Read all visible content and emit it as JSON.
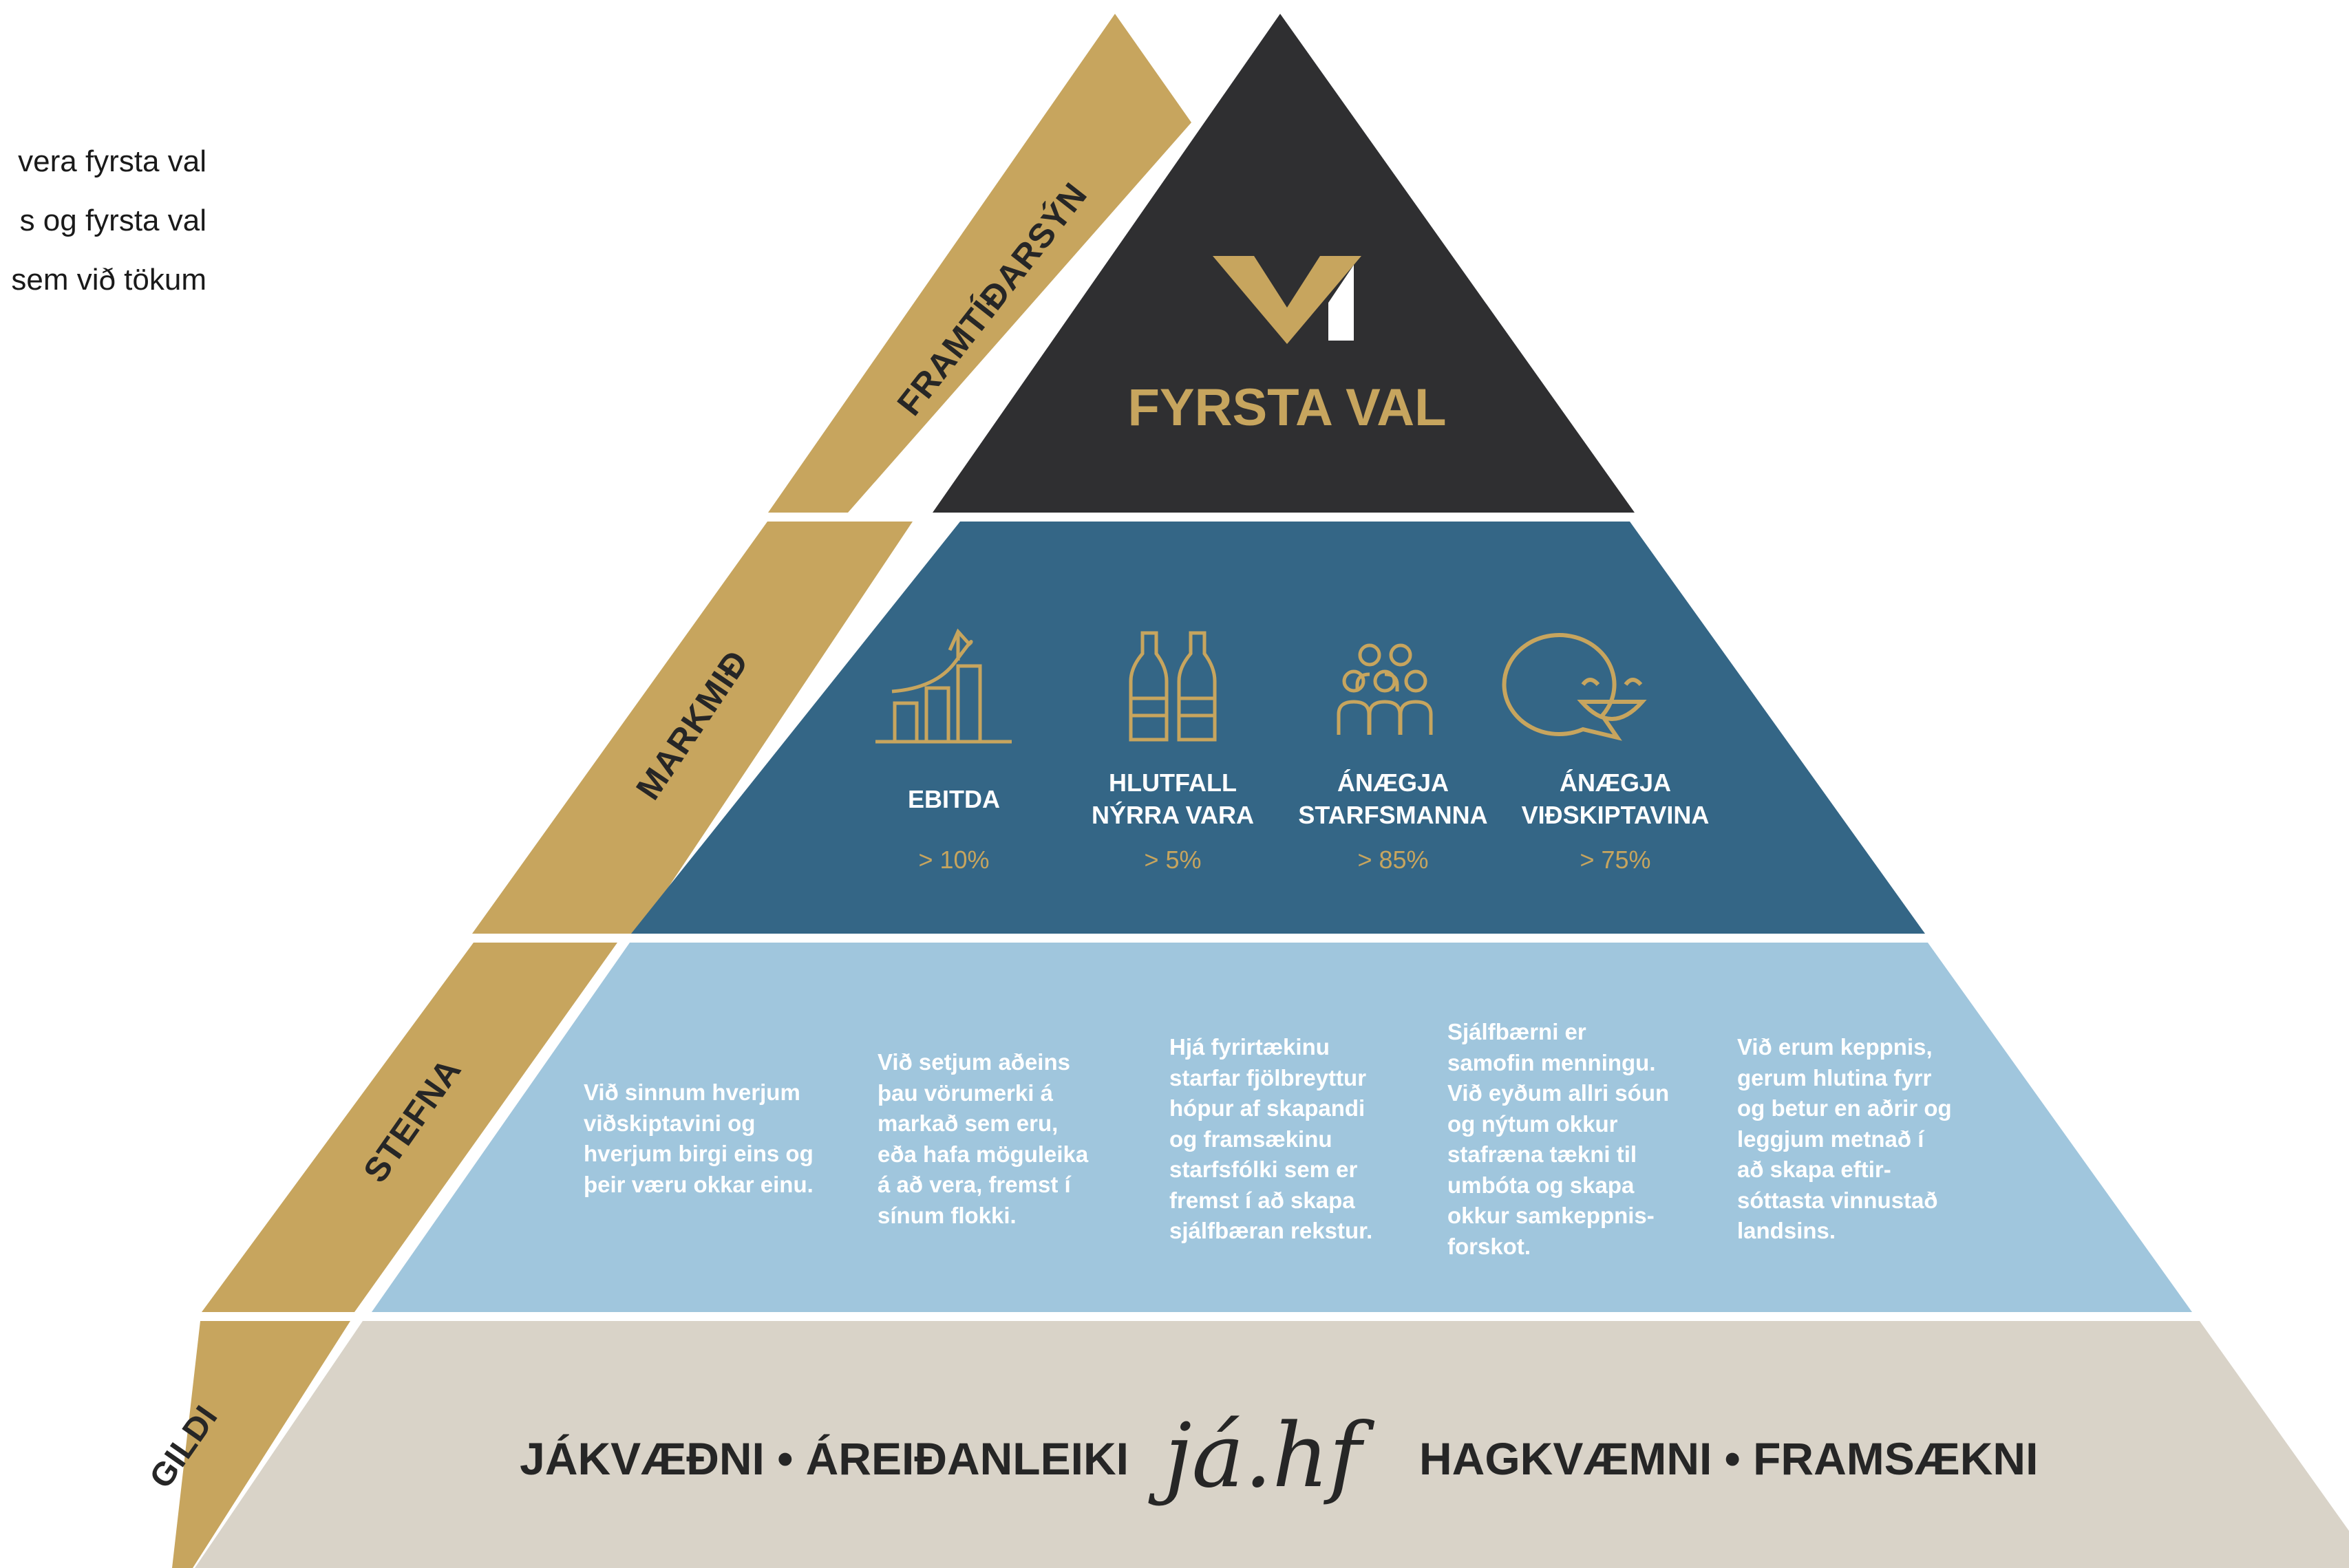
{
  "intro_lines": [
    "vera fyrsta val",
    "s og fyrsta val",
    "sem við tökum"
  ],
  "colors": {
    "gold": "#c7a55e",
    "apex": "#2f2f31",
    "goals": "#346686",
    "strategy": "#a0c6dd",
    "values": "#d9d3c8",
    "text_dark": "#262626"
  },
  "tiers": {
    "vision_label": "FRAMTÍÐARSÝN",
    "goals_label": "MARKMIÐ",
    "strategy_label": "STEFNA",
    "values_label": "GILDI"
  },
  "apex": {
    "logo_icon": "v1-logo-icon",
    "title": "FYRSTA VAL"
  },
  "goals": [
    {
      "icon": "growth-chart-icon",
      "title_lines": [
        "EBITDA"
      ],
      "value": "> 10%"
    },
    {
      "icon": "bottles-icon",
      "title_lines": [
        "HLUTFALL",
        "NÝRRA VARA"
      ],
      "value": "> 5%"
    },
    {
      "icon": "people-group-icon",
      "title_lines": [
        "ÁNÆGJA",
        "STARFSMANNA"
      ],
      "value": "> 85%"
    },
    {
      "icon": "smiley-speech-bubble-icon",
      "title_lines": [
        "ÁNÆGJA",
        "VIÐSKIPTAVINA"
      ],
      "value": "> 75%"
    }
  ],
  "strategy": [
    {
      "lines": [
        "Við sinnum hverjum",
        "viðskiptavini og",
        "hverjum birgi eins og",
        "þeir væru okkar einu."
      ]
    },
    {
      "lines": [
        "Við setjum aðeins",
        "þau vörumerki á",
        "markað sem eru,",
        "eða hafa möguleika",
        "á að vera, fremst í",
        "sínum flokki."
      ]
    },
    {
      "lines": [
        "Hjá fyrirtækinu",
        "starfar fjölbreyttur",
        "hópur af skapandi",
        "og framsækinu",
        "starfsfólki sem er",
        "fremst í að skapa",
        "sjálfbæran rekstur."
      ]
    },
    {
      "lines": [
        "Sjálfbærni er",
        "samofin menningu.",
        "Við eyðum allri sóun",
        "og nýtum okkur",
        "stafræna tækni til",
        "umbóta og skapa",
        "okkur samkeppnis-",
        "forskot."
      ]
    },
    {
      "lines": [
        "Við erum keppnis,",
        "gerum hlutina fyrr",
        "og betur en aðrir og",
        "leggjum metnað í",
        "að skapa eftir-",
        "sóttasta vinnustað",
        "landsins."
      ]
    }
  ],
  "values": {
    "left": "JÁKVÆÐNI • ÁREIÐANLEIKI",
    "logo_text": "já.hf",
    "right": "HAGKVÆMNI • FRAMSÆKNI"
  }
}
